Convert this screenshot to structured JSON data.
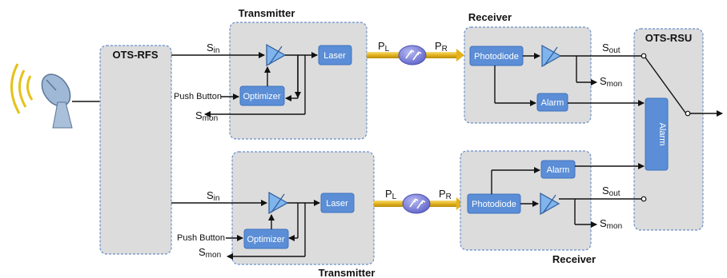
{
  "labels": {
    "ots_rfs": "OTS-RFS",
    "ots_rsu": "OTS-RSU",
    "transmitter": "Transmitter",
    "receiver": "Receiver",
    "laser": "Laser",
    "optimizer": "Optimizer",
    "photodiode": "Photodiode",
    "alarm": "Alarm",
    "push_button": "Push Button",
    "s_letter": "S",
    "p_letter": "P",
    "sub_in": "in",
    "sub_mon": "mon",
    "sub_out": "out",
    "sub_l": "L",
    "sub_r": "R"
  },
  "colors": {
    "panel_fill": "#dcdcdc",
    "panel_border": "#6a8fc8",
    "block_fill": "#5b8ed6",
    "amplifier_fill": "#7fb4ec",
    "fiber": "#e3b21c",
    "router": "#7b7fd9"
  },
  "icons": [
    "satellite-dish-icon",
    "amplifier-icon",
    "router-icon",
    "switch-icon"
  ]
}
